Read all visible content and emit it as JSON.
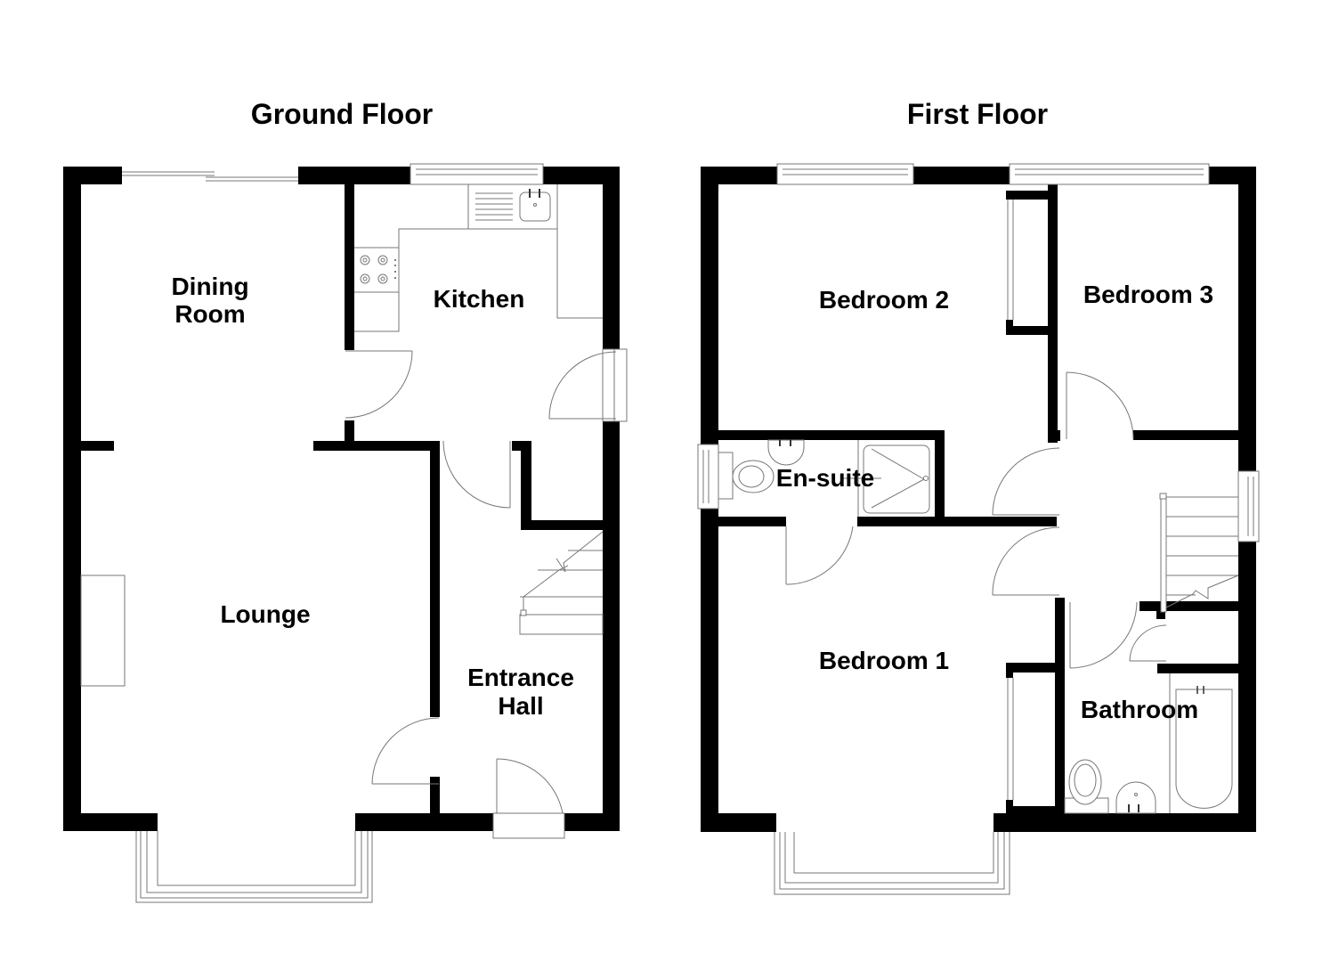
{
  "floors": [
    {
      "title": "Ground Floor",
      "rooms": [
        {
          "label_lines": [
            "Dining",
            "Room"
          ]
        },
        {
          "label_lines": [
            "Kitchen"
          ]
        },
        {
          "label_lines": [
            "Lounge"
          ]
        },
        {
          "label_lines": [
            "Entrance",
            "Hall"
          ]
        }
      ]
    },
    {
      "title": "First Floor",
      "rooms": [
        {
          "label_lines": [
            "Bedroom 2"
          ]
        },
        {
          "label_lines": [
            "Bedroom 3"
          ]
        },
        {
          "label_lines": [
            "En-suite"
          ]
        },
        {
          "label_lines": [
            "Bedroom 1"
          ]
        },
        {
          "label_lines": [
            "Bathroom"
          ]
        }
      ]
    }
  ],
  "colors": {
    "wall": "#000000",
    "fixture_line": "#777777",
    "background": "#ffffff"
  }
}
